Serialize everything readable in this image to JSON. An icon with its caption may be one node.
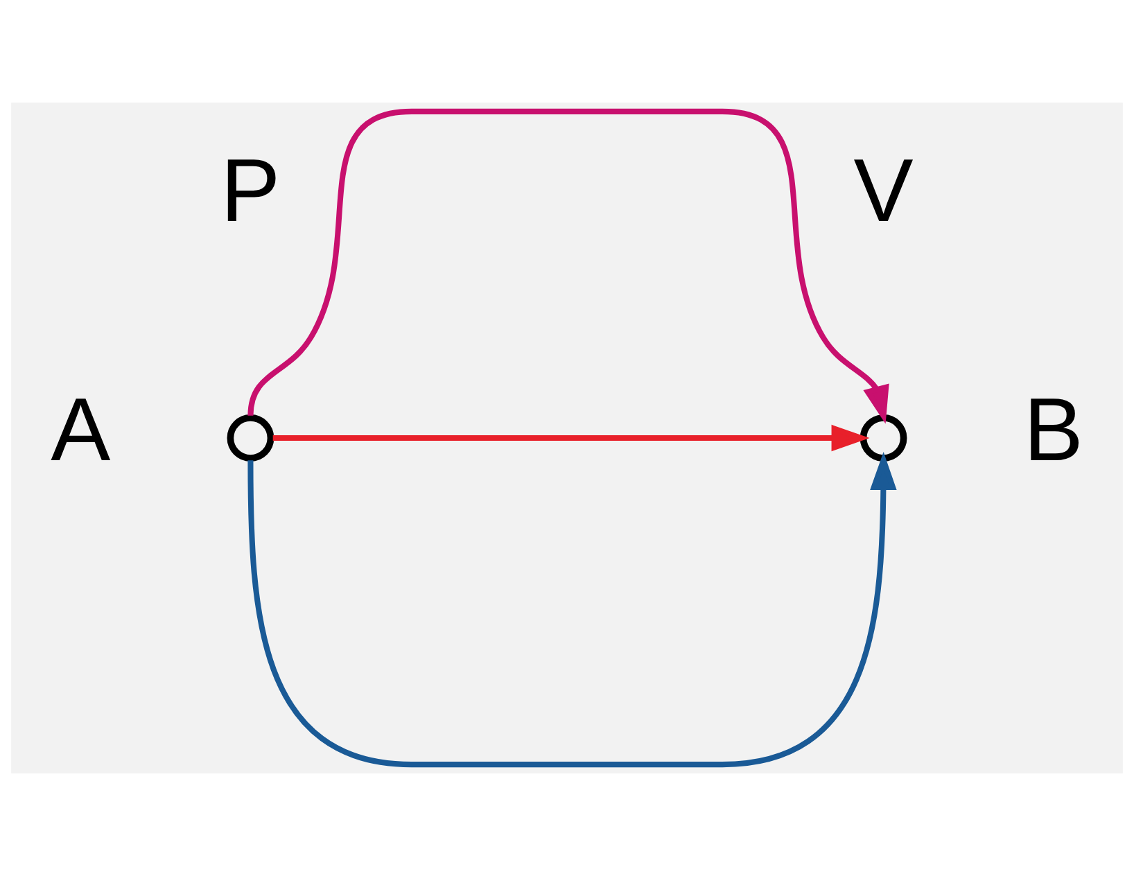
{
  "diagram": {
    "nodes": [
      {
        "text": [],
        "shape": "circle",
        "beside": [
          "A"
        ]
      },
      {
        "text": [],
        "shape": "circle",
        "beside": [
          "B"
        ]
      }
    ],
    "edges": [
      {
        "from": 0,
        "to": 1,
        "arrow": "to",
        "color": "#c8106e"
      },
      {
        "from": 0,
        "to": 1,
        "arrow": "to",
        "color": "#e8202a"
      },
      {
        "from": 0,
        "to": 1,
        "arrow": "to",
        "color": "#1a5a96"
      }
    ],
    "labels": [
      "P",
      "V"
    ]
  }
}
